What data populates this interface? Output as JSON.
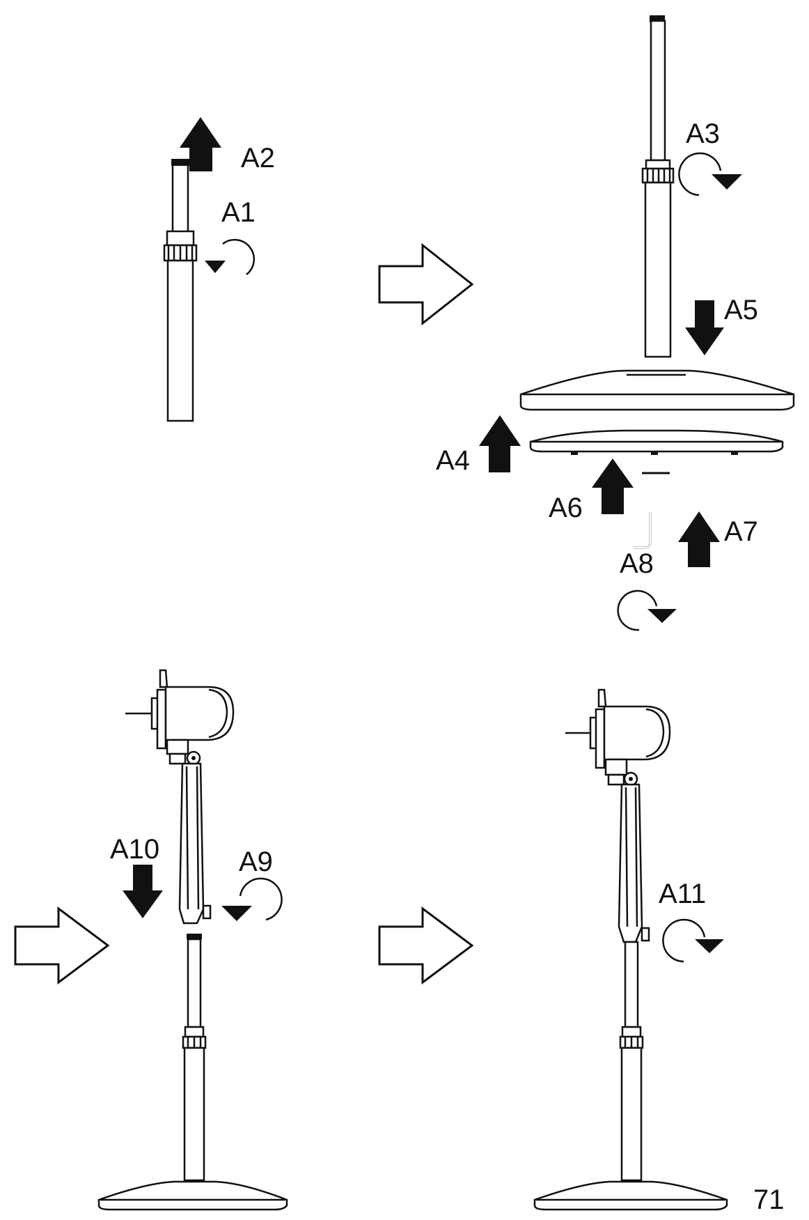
{
  "labels": {
    "a1": "A1",
    "a2": "A2",
    "a3": "A3",
    "a4": "A4",
    "a5": "A5",
    "a6": "A6",
    "a7": "A7",
    "a8": "A8",
    "a9": "A9",
    "a10": "A10",
    "a11": "A11"
  },
  "page_number": "71",
  "colors": {
    "line": "#111111",
    "background": "#ffffff"
  }
}
